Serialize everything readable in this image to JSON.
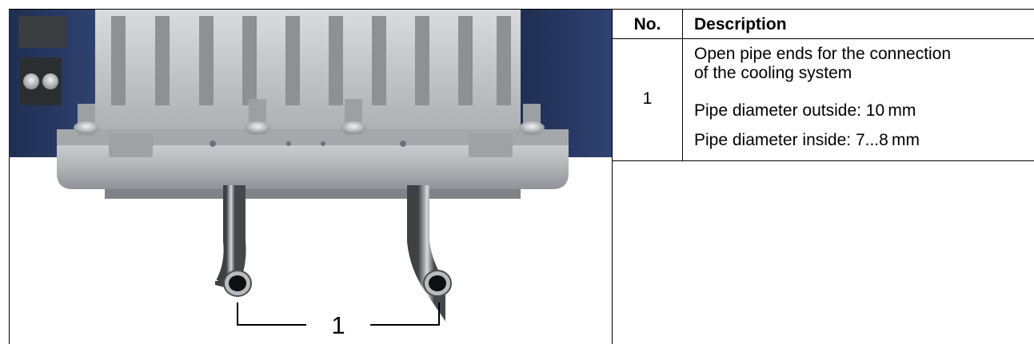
{
  "table": {
    "headers": {
      "no": "No.",
      "description": "Description"
    },
    "rows": [
      {
        "no": "1",
        "description": [
          "Open pipe ends for the connection",
          "of the cooling system",
          "Pipe diameter outside: 10 mm",
          "Pipe diameter inside: 7...8 mm"
        ]
      }
    ]
  },
  "figure": {
    "callout_label": "1"
  }
}
